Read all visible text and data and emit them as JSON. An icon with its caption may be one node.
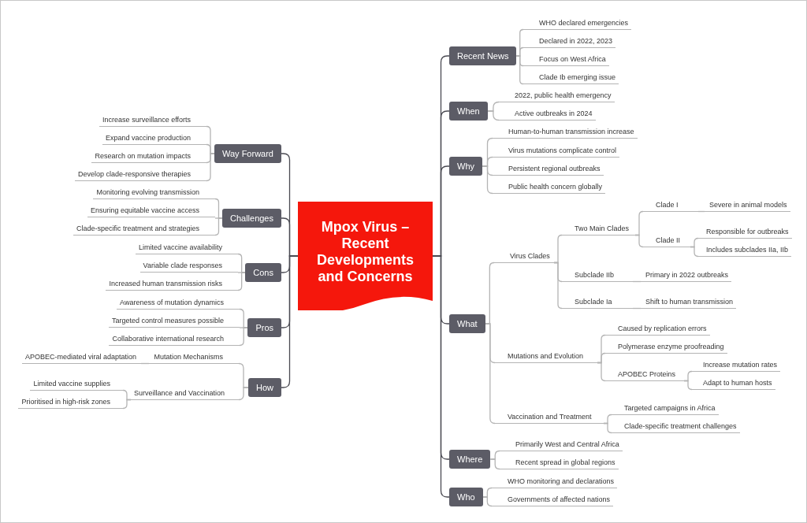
{
  "diagram": {
    "nodes": [
      {
        "text": [
          "Mpox Virus – Recent Developments and Concerns"
        ]
      },
      {
        "text": [
          "Recent News"
        ]
      },
      {
        "text": [
          "WHO declared emergencies"
        ]
      },
      {
        "text": [
          "Declared in 2022, 2023"
        ]
      },
      {
        "text": [
          "Focus on West Africa"
        ]
      },
      {
        "text": [
          "Clade Ib emerging issue"
        ]
      },
      {
        "text": [
          "When"
        ]
      },
      {
        "text": [
          "2022, public health emergency"
        ]
      },
      {
        "text": [
          "Active outbreaks in 2024"
        ]
      },
      {
        "text": [
          "Why"
        ]
      },
      {
        "text": [
          "Human-to-human transmission increase"
        ]
      },
      {
        "text": [
          "Virus mutations complicate control"
        ]
      },
      {
        "text": [
          "Persistent regional outbreaks"
        ]
      },
      {
        "text": [
          "Public health concern globally"
        ]
      },
      {
        "text": [
          "What"
        ]
      },
      {
        "text": [
          "Virus Clades"
        ]
      },
      {
        "text": [
          "Two Main Clades"
        ]
      },
      {
        "text": [
          "Clade I"
        ]
      },
      {
        "text": [
          "Severe in animal models"
        ]
      },
      {
        "text": [
          "Clade II"
        ]
      },
      {
        "text": [
          "Responsible for outbreaks"
        ]
      },
      {
        "text": [
          "Includes subclades IIa, IIb"
        ]
      },
      {
        "text": [
          "Subclade IIb"
        ]
      },
      {
        "text": [
          "Primary in 2022 outbreaks"
        ]
      },
      {
        "text": [
          "Subclade Ia"
        ]
      },
      {
        "text": [
          "Shift to human transmission"
        ]
      },
      {
        "text": [
          "Mutations and Evolution"
        ]
      },
      {
        "text": [
          "Caused by replication errors"
        ]
      },
      {
        "text": [
          "Polymerase enzyme proofreading"
        ]
      },
      {
        "text": [
          "APOBEC Proteins"
        ]
      },
      {
        "text": [
          "Increase mutation rates"
        ]
      },
      {
        "text": [
          "Adapt to human hosts"
        ]
      },
      {
        "text": [
          "Vaccination and Treatment"
        ]
      },
      {
        "text": [
          "Targeted campaigns in Africa"
        ]
      },
      {
        "text": [
          "Clade-specific treatment challenges"
        ]
      },
      {
        "text": [
          "Where"
        ]
      },
      {
        "text": [
          "Primarily West and Central Africa"
        ]
      },
      {
        "text": [
          "Recent spread in global regions"
        ]
      },
      {
        "text": [
          "Who"
        ]
      },
      {
        "text": [
          "WHO monitoring and declarations"
        ]
      },
      {
        "text": [
          "Governments of affected nations"
        ]
      },
      {
        "text": [
          "Way Forward"
        ]
      },
      {
        "text": [
          "Increase surveillance efforts"
        ]
      },
      {
        "text": [
          "Expand vaccine production"
        ]
      },
      {
        "text": [
          "Research on mutation impacts"
        ]
      },
      {
        "text": [
          "Develop clade-responsive therapies"
        ]
      },
      {
        "text": [
          "Challenges"
        ]
      },
      {
        "text": [
          "Monitoring evolving transmission"
        ]
      },
      {
        "text": [
          "Ensuring equitable vaccine access"
        ]
      },
      {
        "text": [
          "Clade-specific treatment and strategies"
        ]
      },
      {
        "text": [
          "Cons"
        ]
      },
      {
        "text": [
          "Limited vaccine availability"
        ]
      },
      {
        "text": [
          "Variable clade responses"
        ]
      },
      {
        "text": [
          "Increased human transmission risks"
        ]
      },
      {
        "text": [
          "Pros"
        ]
      },
      {
        "text": [
          "Awareness of mutation dynamics"
        ]
      },
      {
        "text": [
          "Targeted control measures possible"
        ]
      },
      {
        "text": [
          "Collaborative international research"
        ]
      },
      {
        "text": [
          "How"
        ]
      },
      {
        "text": [
          "Mutation Mechanisms"
        ]
      },
      {
        "text": [
          "APOBEC-mediated viral adaptation"
        ]
      },
      {
        "text": [
          "Surveillance and Vaccination"
        ]
      },
      {
        "text": [
          "Limited vaccine supplies"
        ]
      },
      {
        "text": [
          "Prioritised in high-risk zones"
        ]
      }
    ],
    "edges": [
      {
        "from": 0,
        "to": 1,
        "arrow": "none",
        "color": "#4a4a52"
      },
      {
        "from": 1,
        "to": 2,
        "arrow": "none"
      },
      {
        "from": 1,
        "to": 3,
        "arrow": "none"
      },
      {
        "from": 1,
        "to": 4,
        "arrow": "none"
      },
      {
        "from": 1,
        "to": 5,
        "arrow": "none"
      },
      {
        "from": 0,
        "to": 6,
        "arrow": "none",
        "color": "#4a4a52"
      },
      {
        "from": 6,
        "to": 7,
        "arrow": "none"
      },
      {
        "from": 6,
        "to": 8,
        "arrow": "none"
      },
      {
        "from": 0,
        "to": 9,
        "arrow": "none",
        "color": "#4a4a52"
      },
      {
        "from": 9,
        "to": 10,
        "arrow": "none"
      },
      {
        "from": 9,
        "to": 11,
        "arrow": "none"
      },
      {
        "from": 9,
        "to": 12,
        "arrow": "none"
      },
      {
        "from": 9,
        "to": 13,
        "arrow": "none"
      },
      {
        "from": 0,
        "to": 14,
        "arrow": "none",
        "color": "#4a4a52"
      },
      {
        "from": 14,
        "to": 15,
        "arrow": "none"
      },
      {
        "from": 15,
        "to": 16,
        "arrow": "none"
      },
      {
        "from": 16,
        "to": 17,
        "arrow": "none"
      },
      {
        "from": 17,
        "to": 18,
        "arrow": "none"
      },
      {
        "from": 16,
        "to": 19,
        "arrow": "none"
      },
      {
        "from": 19,
        "to": 20,
        "arrow": "none"
      },
      {
        "from": 19,
        "to": 21,
        "arrow": "none"
      },
      {
        "from": 15,
        "to": 22,
        "arrow": "none"
      },
      {
        "from": 22,
        "to": 23,
        "arrow": "none"
      },
      {
        "from": 15,
        "to": 24,
        "arrow": "none"
      },
      {
        "from": 24,
        "to": 25,
        "arrow": "none"
      },
      {
        "from": 14,
        "to": 26,
        "arrow": "none"
      },
      {
        "from": 26,
        "to": 27,
        "arrow": "none"
      },
      {
        "from": 26,
        "to": 28,
        "arrow": "none"
      },
      {
        "from": 26,
        "to": 29,
        "arrow": "none"
      },
      {
        "from": 29,
        "to": 30,
        "arrow": "none"
      },
      {
        "from": 29,
        "to": 31,
        "arrow": "none"
      },
      {
        "from": 14,
        "to": 32,
        "arrow": "none"
      },
      {
        "from": 32,
        "to": 33,
        "arrow": "none"
      },
      {
        "from": 32,
        "to": 34,
        "arrow": "none"
      },
      {
        "from": 0,
        "to": 35,
        "arrow": "none",
        "color": "#4a4a52"
      },
      {
        "from": 35,
        "to": 36,
        "arrow": "none"
      },
      {
        "from": 35,
        "to": 37,
        "arrow": "none"
      },
      {
        "from": 0,
        "to": 38,
        "arrow": "none",
        "color": "#4a4a52"
      },
      {
        "from": 38,
        "to": 39,
        "arrow": "none"
      },
      {
        "from": 38,
        "to": 40,
        "arrow": "none"
      },
      {
        "from": 0,
        "to": 41,
        "arrow": "none",
        "color": "#4a4a52"
      },
      {
        "from": 41,
        "to": 42,
        "arrow": "none"
      },
      {
        "from": 41,
        "to": 43,
        "arrow": "none"
      },
      {
        "from": 41,
        "to": 44,
        "arrow": "none"
      },
      {
        "from": 41,
        "to": 45,
        "arrow": "none"
      },
      {
        "from": 0,
        "to": 46,
        "arrow": "none",
        "color": "#4a4a52"
      },
      {
        "from": 46,
        "to": 47,
        "arrow": "none"
      },
      {
        "from": 46,
        "to": 48,
        "arrow": "none"
      },
      {
        "from": 46,
        "to": 49,
        "arrow": "none"
      },
      {
        "from": 0,
        "to": 50,
        "arrow": "none",
        "color": "#4a4a52"
      },
      {
        "from": 50,
        "to": 51,
        "arrow": "none"
      },
      {
        "from": 50,
        "to": 52,
        "arrow": "none"
      },
      {
        "from": 50,
        "to": 53,
        "arrow": "none"
      },
      {
        "from": 0,
        "to": 54,
        "arrow": "none",
        "color": "#4a4a52"
      },
      {
        "from": 54,
        "to": 55,
        "arrow": "none"
      },
      {
        "from": 54,
        "to": 56,
        "arrow": "none"
      },
      {
        "from": 54,
        "to": 57,
        "arrow": "none"
      },
      {
        "from": 0,
        "to": 58,
        "arrow": "none",
        "color": "#4a4a52"
      },
      {
        "from": 58,
        "to": 59,
        "arrow": "none"
      },
      {
        "from": 59,
        "to": 60,
        "arrow": "none"
      },
      {
        "from": 58,
        "to": 61,
        "arrow": "none"
      },
      {
        "from": 61,
        "to": 62,
        "arrow": "none"
      },
      {
        "from": 61,
        "to": 63,
        "arrow": "none"
      }
    ]
  }
}
